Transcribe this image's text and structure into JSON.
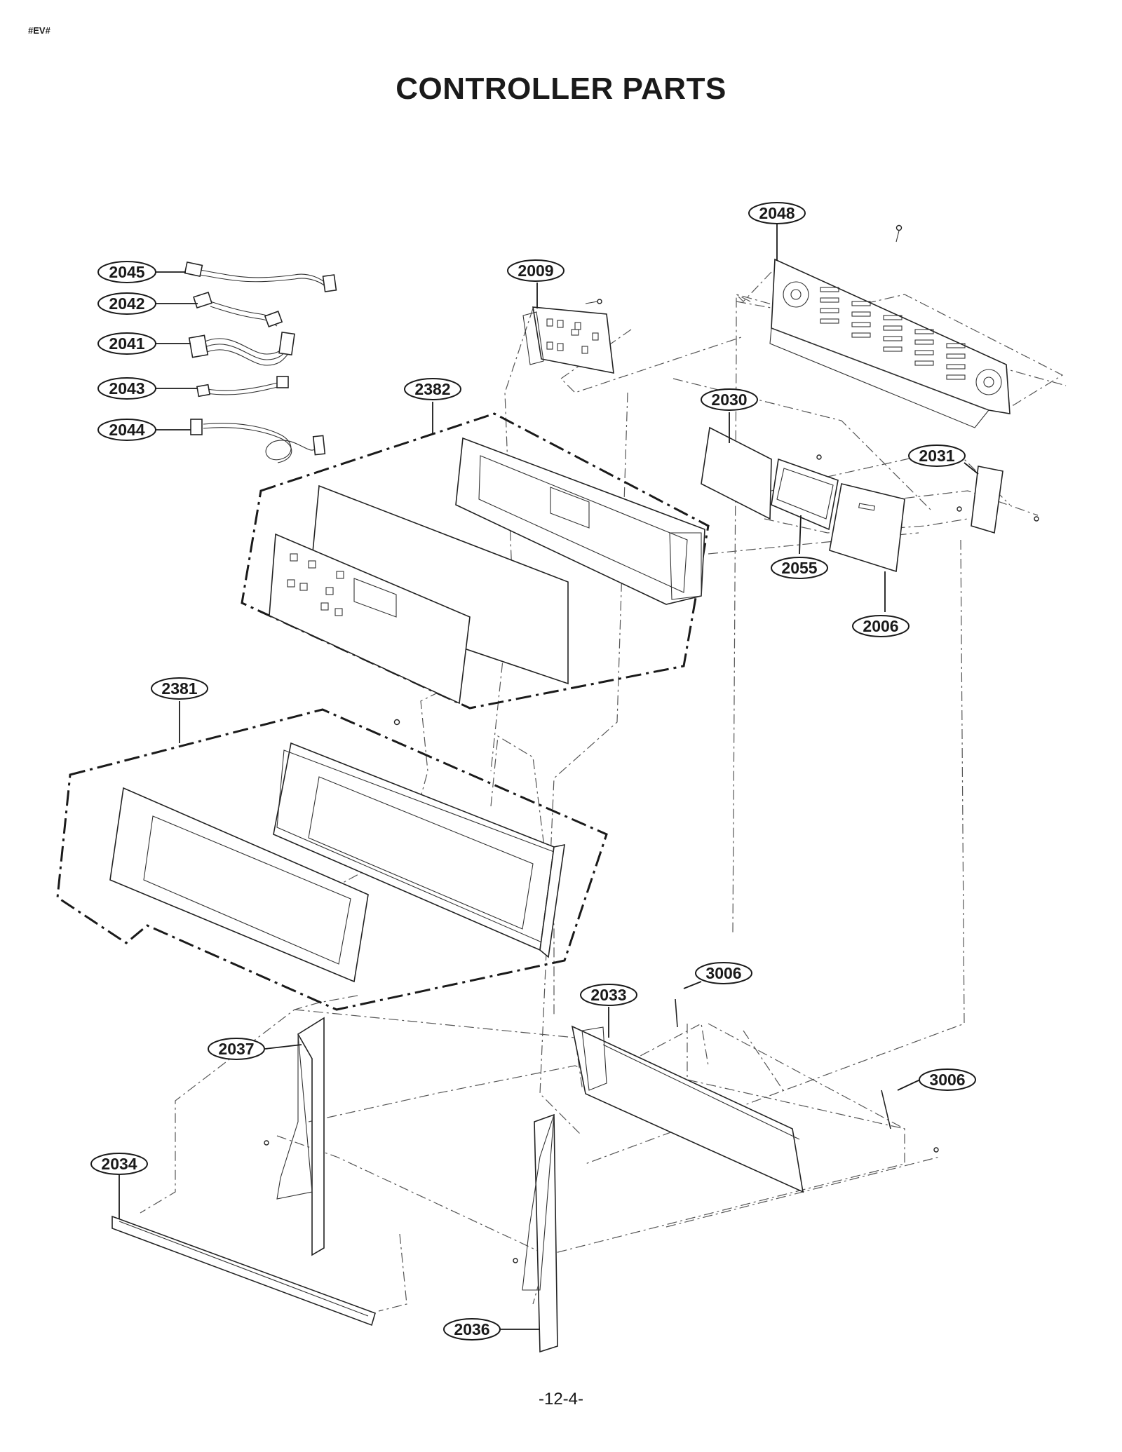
{
  "header": {
    "code": "#EV#"
  },
  "title": "CONTROLLER PARTS",
  "page_number": "-12-4-",
  "callouts": {
    "c2048": "2048",
    "c2045": "2045",
    "c2042": "2042",
    "c2041": "2041",
    "c2043": "2043",
    "c2044": "2044",
    "c2009": "2009",
    "c2382": "2382",
    "c2030": "2030",
    "c2031": "2031",
    "c2055": "2055",
    "c2006": "2006",
    "c2381": "2381",
    "c3006a": "3006",
    "c2033": "2033",
    "c3006b": "3006",
    "c2037": "2037",
    "c2034": "2034",
    "c2036": "2036"
  }
}
